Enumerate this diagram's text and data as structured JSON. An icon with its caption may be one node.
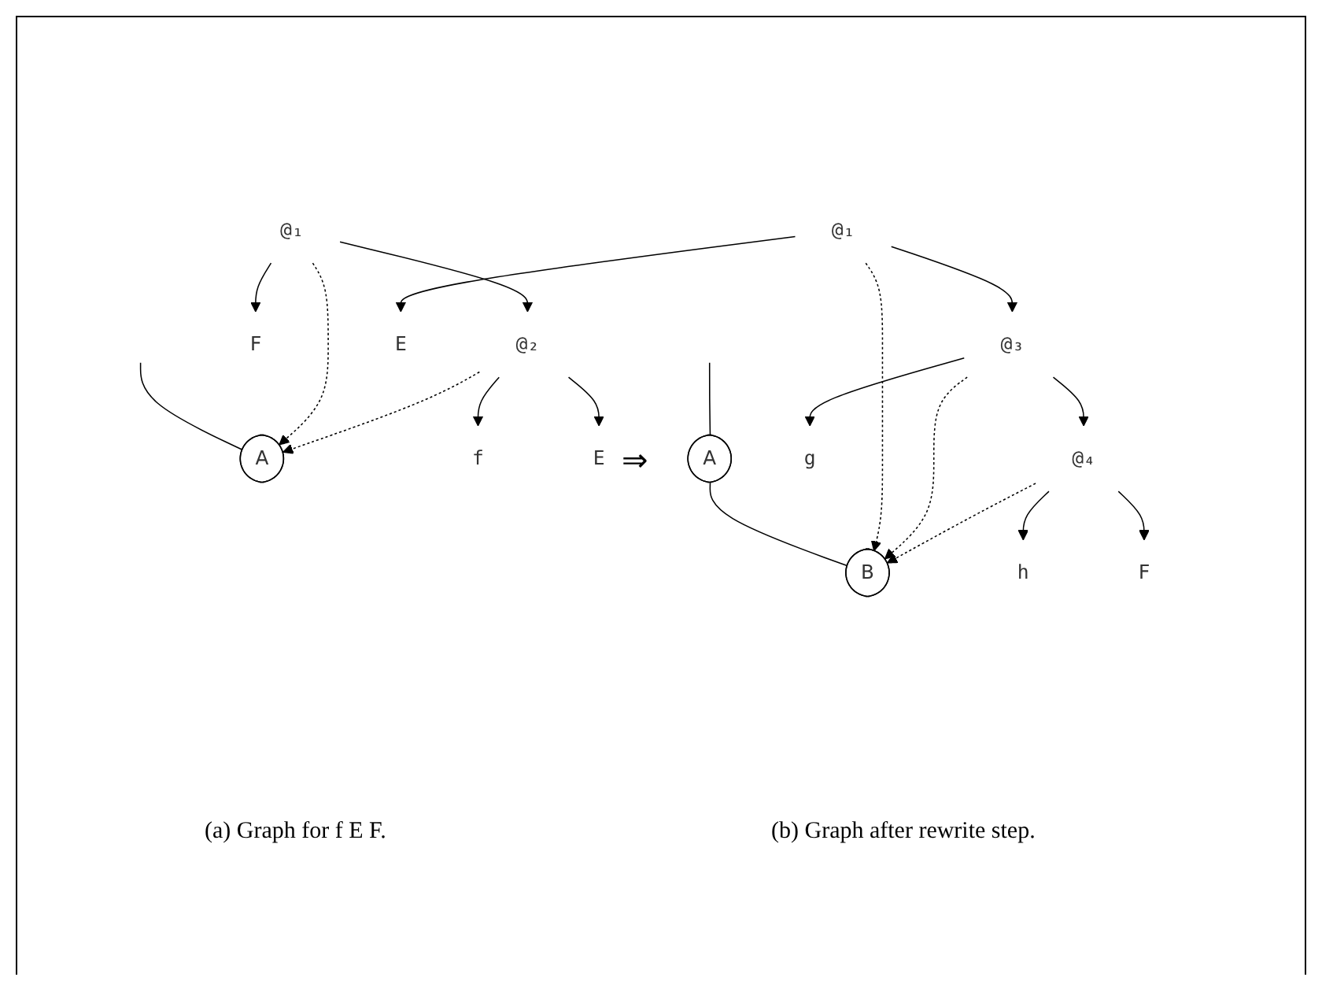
{
  "diagram": {
    "nodes": [
      {
        "text": [
          "A"
        ]
      },
      {
        "text": [
          "@₁"
        ]
      },
      {
        "text": [
          "@₂"
        ]
      },
      {
        "text": [
          "F"
        ]
      },
      {
        "text": [
          "f"
        ]
      },
      {
        "text": [
          "E"
        ]
      },
      {
        "text": [
          "A"
        ]
      },
      {
        "text": [
          "B"
        ]
      },
      {
        "text": [
          "@₁"
        ]
      },
      {
        "text": [
          "@₃"
        ]
      },
      {
        "text": [
          "E"
        ]
      },
      {
        "text": [
          "g"
        ]
      },
      {
        "text": [
          "@₄"
        ]
      },
      {
        "text": [
          "h"
        ]
      },
      {
        "text": [
          "F"
        ]
      }
    ],
    "edges": [
      {
        "from": null,
        "to": 0,
        "arrow": "none"
      },
      {
        "from": 1,
        "to": 0,
        "arrow": "to",
        "style": "dashed"
      },
      {
        "from": 2,
        "to": 0,
        "arrow": "to",
        "style": "dashed"
      },
      {
        "from": 1,
        "to": 2,
        "arrow": "to"
      },
      {
        "from": 1,
        "to": 3,
        "arrow": "to"
      },
      {
        "from": 2,
        "to": 4,
        "arrow": "to"
      },
      {
        "from": 2,
        "to": 5,
        "arrow": "to"
      },
      {
        "from": null,
        "to": 6,
        "arrow": "none"
      },
      {
        "from": 6,
        "to": 7,
        "arrow": "none"
      },
      {
        "from": 8,
        "to": 7,
        "arrow": "to",
        "style": "dashed"
      },
      {
        "from": 9,
        "to": 7,
        "arrow": "to",
        "style": "dashed"
      },
      {
        "from": 12,
        "to": 7,
        "arrow": "to",
        "style": "dashed"
      },
      {
        "from": 8,
        "to": 9,
        "arrow": "to"
      },
      {
        "from": 8,
        "to": 10,
        "arrow": "to"
      },
      {
        "from": 9,
        "to": 11,
        "arrow": "to"
      },
      {
        "from": 9,
        "to": 12,
        "arrow": "to"
      },
      {
        "from": 12,
        "to": 13,
        "arrow": "to"
      },
      {
        "from": 12,
        "to": 14,
        "arrow": "to"
      }
    ],
    "labels": [
      "⇒",
      "(a) Graph for f E F.",
      "(b) Graph after rewrite step."
    ]
  }
}
